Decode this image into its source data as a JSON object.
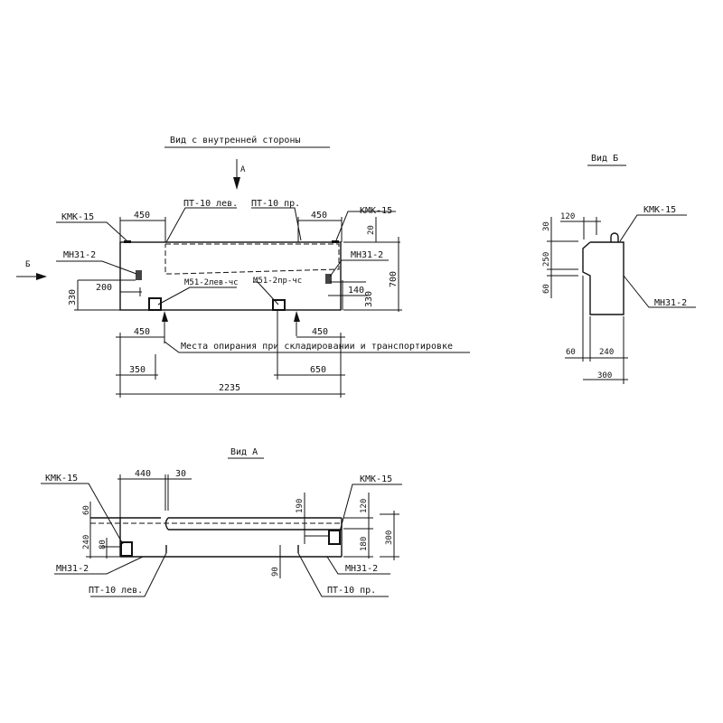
{
  "main_view": {
    "title": "Вид с внутренней стороны",
    "arrow_a": "А",
    "arrow_b": "Б",
    "labels": {
      "kmk_left": "КМК-15",
      "kmk_right": "КМК-15",
      "pt_left": "ПТ-10 лев.",
      "pt_right": "ПТ-10 пр.",
      "mn_left": "МН31-2",
      "mn_right": "МН31-2",
      "m51_left": "М51-2лев-чс",
      "m51_right": "М51-2пр-чс",
      "support_note": "Места опирания при складировании и транспортировке"
    },
    "dims": {
      "d450_tl": "450",
      "d450_tr": "450",
      "d20": "20",
      "d700": "700",
      "d330_l": "330",
      "d200": "200",
      "d140": "140",
      "d330_r": "330",
      "d450_bl": "450",
      "d450_br": "450",
      "d350": "350",
      "d650": "650",
      "d2235": "2235"
    }
  },
  "view_a": {
    "title": "Вид А",
    "labels": {
      "kmk_left": "КМК-15",
      "kmk_right": "КМК-15",
      "mn_left": "МН31-2",
      "mn_right": "МН31-2",
      "pt_left": "ПТ-10 лев.",
      "pt_right": "ПТ-10 пр."
    },
    "dims": {
      "d440": "440",
      "d30": "30",
      "d60": "60",
      "d240": "240",
      "d80": "80",
      "d190": "190",
      "d120": "120",
      "d180": "180",
      "d300": "300",
      "d90": "90"
    }
  },
  "view_b": {
    "title": "Вид Б",
    "labels": {
      "kmk": "КМК-15",
      "mn": "МН31-2"
    },
    "dims": {
      "d120": "120",
      "d30": "30",
      "d250": "250",
      "d60_v": "60",
      "d60_h": "60",
      "d240": "240",
      "d300": "300"
    }
  }
}
